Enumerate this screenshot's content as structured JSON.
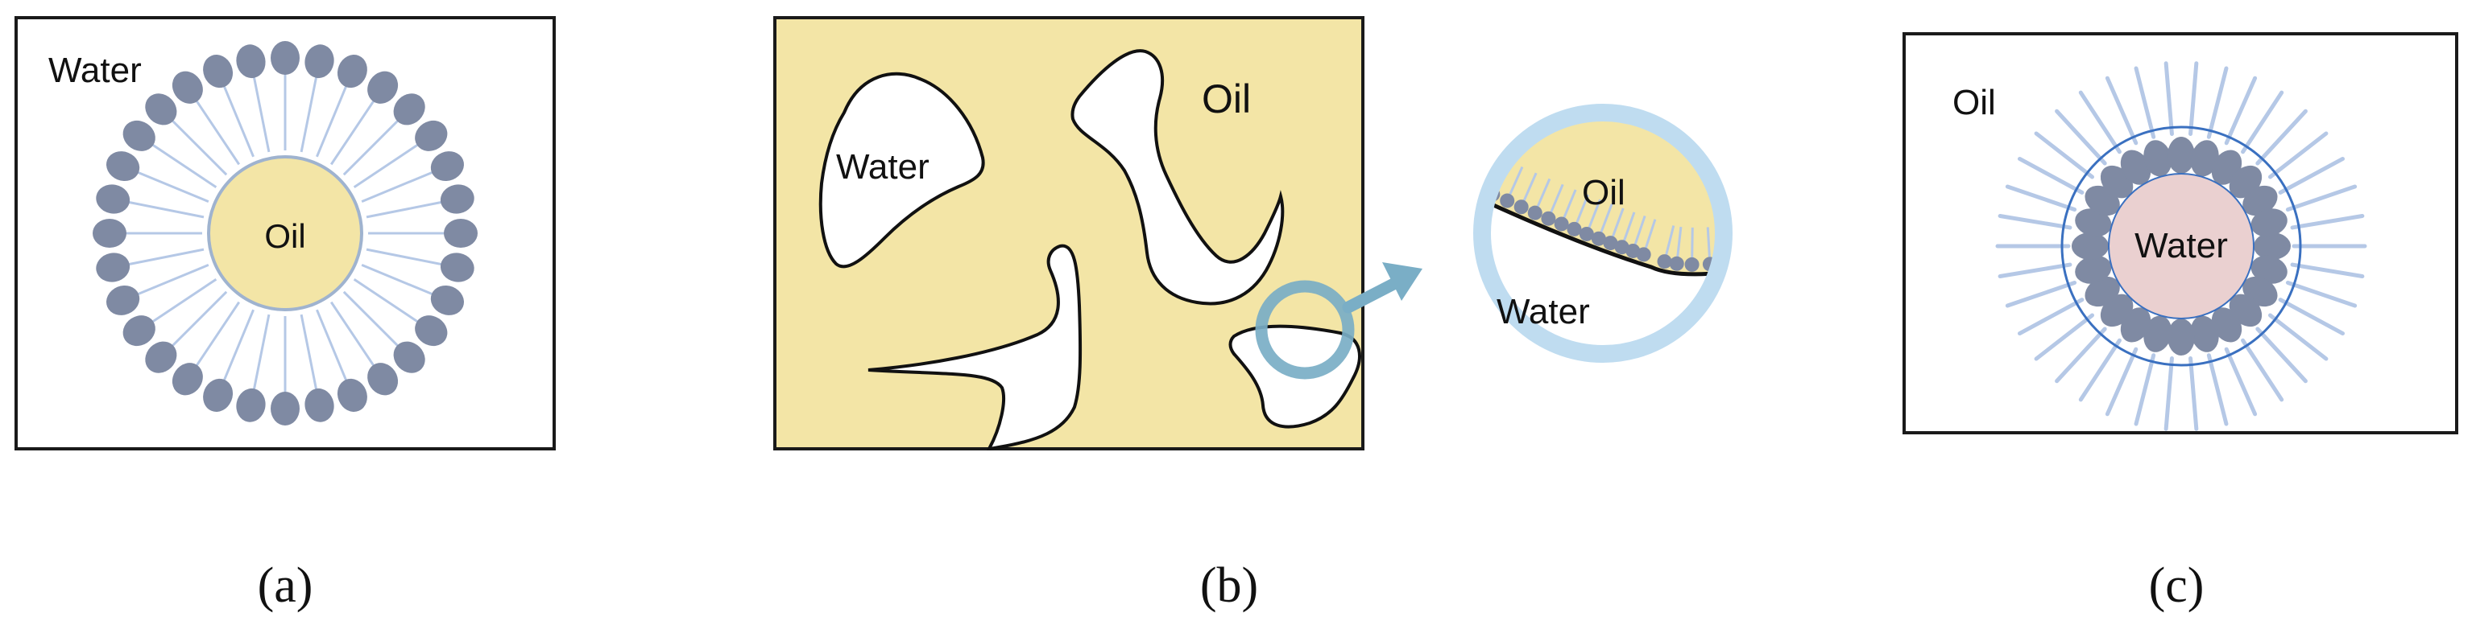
{
  "panels": [
    {
      "id": "a",
      "caption": "(a)",
      "labels": {
        "outer": "Water",
        "core": "Oil"
      }
    },
    {
      "id": "b",
      "caption": "(b)",
      "labels": {
        "continuous": "Oil",
        "droplet": "Water",
        "zoom_top": "Oil",
        "zoom_bottom": "Water"
      }
    },
    {
      "id": "c",
      "caption": "(c)",
      "labels": {
        "outer": "Oil",
        "core": "Water"
      }
    }
  ],
  "colors": {
    "oil": "#f3e5a6",
    "water": "#ead0d0",
    "surfactant_head": "#7f8aa3",
    "surfactant_tail": "#b5c8e6",
    "zoom_ring": "#bfdcf0",
    "arrow": "#7aaec6",
    "frame": "#1a1a1a",
    "blue_line": "#3a70c0"
  }
}
